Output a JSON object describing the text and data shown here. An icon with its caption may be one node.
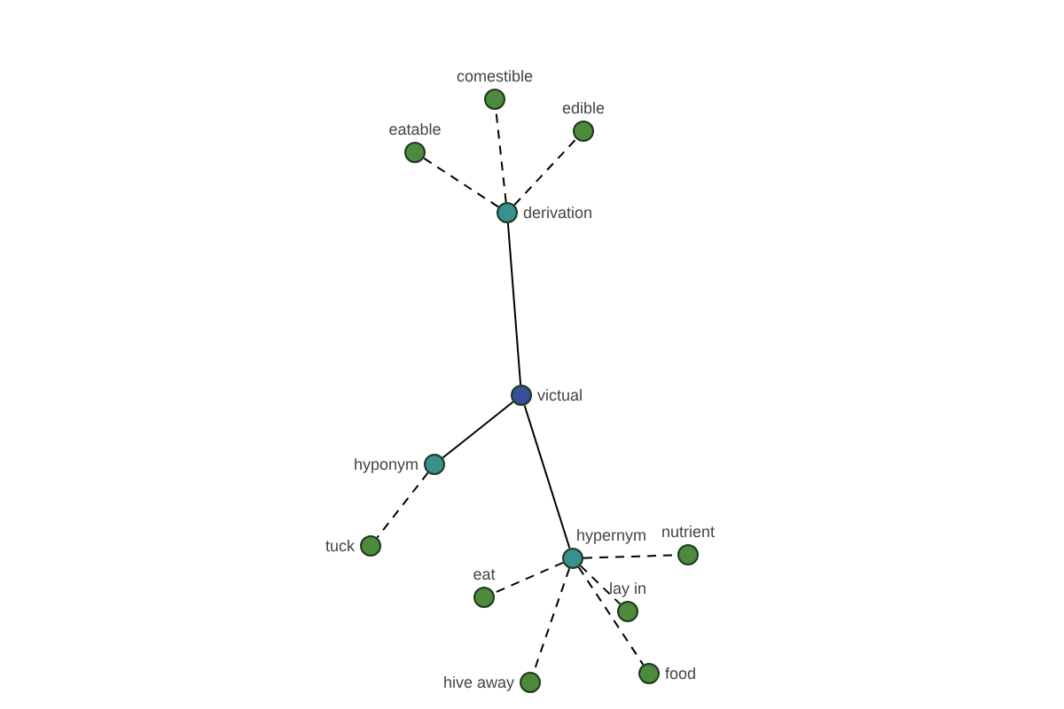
{
  "diagram": {
    "nodes": [
      {
        "text": [
          "comestible"
        ]
      },
      {
        "text": [
          "edible"
        ]
      },
      {
        "text": [
          "eatable"
        ]
      },
      {
        "text": [
          "derivation"
        ]
      },
      {
        "text": [
          "victual"
        ]
      },
      {
        "text": [
          "hyponym"
        ]
      },
      {
        "text": [
          "tuck"
        ]
      },
      {
        "text": [
          "nutrient"
        ]
      },
      {
        "text": [
          "hypernym"
        ]
      },
      {
        "text": [
          "eat"
        ]
      },
      {
        "text": [
          "lay in"
        ]
      },
      {
        "text": [
          "food"
        ]
      },
      {
        "text": [
          "hive away"
        ]
      }
    ],
    "edges": [
      {
        "from": 3,
        "to": 0,
        "arrow": "none",
        "style": "dashed"
      },
      {
        "from": 3,
        "to": 1,
        "arrow": "none",
        "style": "dashed"
      },
      {
        "from": 3,
        "to": 2,
        "arrow": "none",
        "style": "dashed"
      },
      {
        "from": 4,
        "to": 3,
        "arrow": "none"
      },
      {
        "from": 4,
        "to": 5,
        "arrow": "none"
      },
      {
        "from": 5,
        "to": 6,
        "arrow": "none",
        "style": "dashed"
      },
      {
        "from": 4,
        "to": 8,
        "arrow": "none"
      },
      {
        "from": 8,
        "to": 7,
        "arrow": "none",
        "style": "dashed"
      },
      {
        "from": 8,
        "to": 9,
        "arrow": "none",
        "style": "dashed"
      },
      {
        "from": 8,
        "to": 10,
        "arrow": "none",
        "style": "dashed"
      },
      {
        "from": 8,
        "to": 11,
        "arrow": "none",
        "style": "dashed"
      },
      {
        "from": 8,
        "to": 12,
        "arrow": "none",
        "style": "dashed"
      }
    ]
  }
}
